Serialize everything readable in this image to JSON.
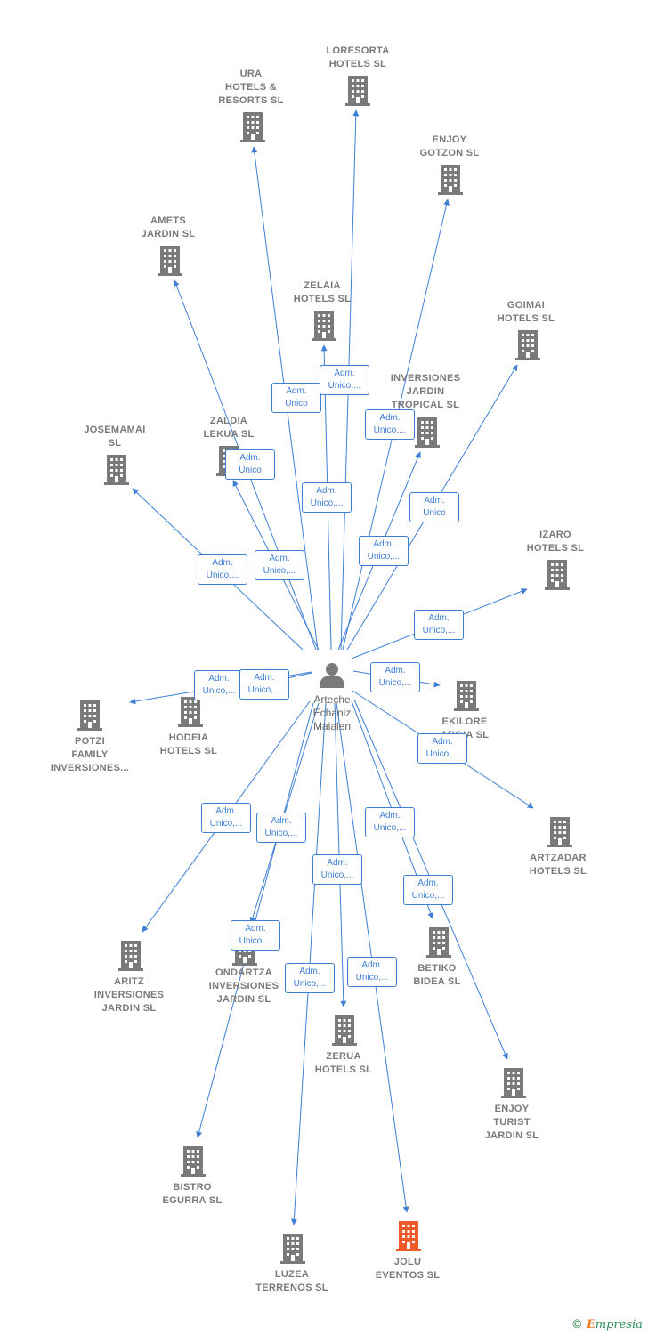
{
  "center": {
    "label": "Arteche\nEchaniz\nMaialen"
  },
  "copyright": {
    "symbol": "©",
    "brand_first": "E",
    "brand_rest": "mpresia"
  },
  "colors": {
    "edge": "#3d7fd6",
    "building": "#7a7a7a",
    "highlight": "#f05a28"
  },
  "nodes": [
    {
      "id": "loresorta",
      "label": "LORESORTA\nHOTELS  SL",
      "highlight": false
    },
    {
      "id": "ura",
      "label": "URA\nHOTELS &\nRESORTS  SL",
      "highlight": false
    },
    {
      "id": "enjoy-gotzon",
      "label": "ENJOY\nGOTZON  SL",
      "highlight": false
    },
    {
      "id": "amets",
      "label": "AMETS\nJARDIN  SL",
      "highlight": false
    },
    {
      "id": "zelaia",
      "label": "ZELAIA\nHOTELS  SL",
      "highlight": false
    },
    {
      "id": "goimai",
      "label": "GOIMAI\nHOTELS  SL",
      "highlight": false
    },
    {
      "id": "inversiones-jardin-tropical",
      "label": "INVERSIONES\nJARDIN\nTROPICAL SL",
      "highlight": false
    },
    {
      "id": "josemamai",
      "label": "JOSEMAMAI\nSL",
      "highlight": false
    },
    {
      "id": "zaldia",
      "label": "ZALDIA\nLEKUA  SL",
      "highlight": false
    },
    {
      "id": "izaro",
      "label": "IZARO\nHOTELS  SL",
      "highlight": false
    },
    {
      "id": "potzi",
      "label": "POTZI\nFAMILY\nINVERSIONES...",
      "highlight": false
    },
    {
      "id": "hodeia",
      "label": "HODEIA\nHOTELS  SL",
      "highlight": false
    },
    {
      "id": "ekilore",
      "label": "EKILORE\nARGIA  SL",
      "highlight": false
    },
    {
      "id": "artzadar",
      "label": "ARTZADAR\nHOTELS  SL",
      "highlight": false
    },
    {
      "id": "aritz",
      "label": "ARITZ\nINVERSIONES\nJARDIN  SL",
      "highlight": false
    },
    {
      "id": "ondartza",
      "label": "ONDARTZA\nINVERSIONES\nJARDIN SL",
      "highlight": false
    },
    {
      "id": "betiko",
      "label": "BETIKO\nBIDEA  SL",
      "highlight": false
    },
    {
      "id": "zerua",
      "label": "ZERUA\nHOTELS  SL",
      "highlight": false
    },
    {
      "id": "enjoy-turist",
      "label": "ENJOY\nTURIST\nJARDIN  SL",
      "highlight": false
    },
    {
      "id": "bistro",
      "label": "BISTRO\nEGURRA  SL",
      "highlight": false
    },
    {
      "id": "luzea",
      "label": "LUZEA\nTERRENOS  SL",
      "highlight": false
    },
    {
      "id": "jolu",
      "label": "JOLU\nEVENTOS  SL",
      "highlight": true
    }
  ],
  "edge_labels": [
    "Adm.\nUnico",
    "Adm.\nUnico,...",
    "Adm.\nUnico,...",
    "Adm.\nUnico,...",
    "Adm.\nUnico",
    "Adm.\nUnico,...",
    "Adm.\nUnico,...",
    "Adm.\nUnico",
    "Adm.\nUnico,...",
    "Adm.\nUnico,...",
    "Adm.\nUnico,...",
    "Adm.\nUnico,...",
    "Adm.\nUnico,...",
    "Adm.\nUnico,...",
    "Adm.\nUnico,...",
    "Adm.\nUnico,...",
    "Adm.\nUnico,...",
    "Adm.\nUnico,...",
    "Adm.\nUnico,...",
    "Adm.\nUnico,...",
    "Adm.\nUnico,...",
    "Adm.\nUnico,..."
  ]
}
